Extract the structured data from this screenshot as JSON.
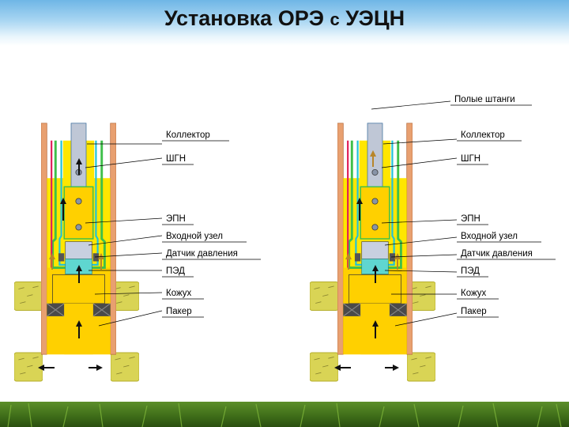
{
  "title": {
    "main": "Установка ОРЭ",
    "conj": "с",
    "tail": "УЭЦН"
  },
  "left_diagram": {
    "labels": [
      "Коллектор",
      "ШГН",
      "ЭПН",
      "Входной узел",
      "Датчик давления",
      "ПЭД",
      "Кожух",
      "Пакер"
    ]
  },
  "right_diagram": {
    "labels": [
      "Полые штанги",
      "Коллектор",
      "ШГН",
      "ЭПН",
      "Входной узел",
      "Датчик давления",
      "ПЭД",
      "Кожух",
      "Пакер"
    ]
  },
  "colors": {
    "casing": "#e8a070",
    "fluid": "#ffe600",
    "fluid_dark": "#f2b800",
    "tube_green": "#3fbf4a",
    "tube_cyan": "#22c2d8",
    "rod_red": "#e0205a",
    "packer": "#4a4a4a",
    "formation": "#d9d455",
    "arrow_up_dark": "#111111",
    "arrow_up_brown": "#b8862a"
  }
}
